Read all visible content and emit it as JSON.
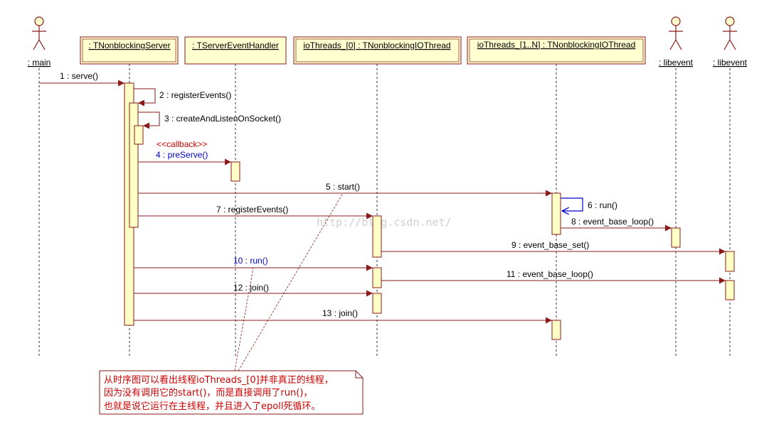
{
  "colors": {
    "line": "#8b1a1a",
    "activation_fill": "#ffffc6",
    "header_fill": "#ffffd0",
    "callback_blue": "#0000cc",
    "stereotype_red": "#cc0000",
    "note_text": "#cc0000"
  },
  "actors": {
    "main": ": main",
    "libevent1": ": libevent",
    "libevent2": ": libevent"
  },
  "objects": {
    "server": ": TNonblockingServer",
    "handler": ": TServerEventHandler",
    "io0": "ioThreads_[0] : TNonblockingIOThread",
    "ioN": "ioThreads_[1..N] : TNonblockingIOThread"
  },
  "messages": {
    "m1": "1 : serve()",
    "m2": "2 : registerEvents()",
    "m3": "3 : createAndListenOnSocket()",
    "stereotype": "<<callback>>",
    "m4": "4 : preServe()",
    "m5": "5 : start()",
    "m6": "6 : run()",
    "m7": "7 : registerEvents()",
    "m8": "8 : event_base_loop()",
    "m9": "9 : event_base_set()",
    "m10": "10 : run()",
    "m11": "11 : event_base_loop()",
    "m12": "12 : join()",
    "m13": "13 : join()"
  },
  "watermark": "http://blog.csdn.net/",
  "note": {
    "line1": "从时序图可以看出线程ioThreads_[0]并非真正的线程，",
    "line2": "因为没有调用它的start()，而是直接调用了run()，",
    "line3": "也就是说它运行在主线程，并且进入了epoll死循环。"
  }
}
